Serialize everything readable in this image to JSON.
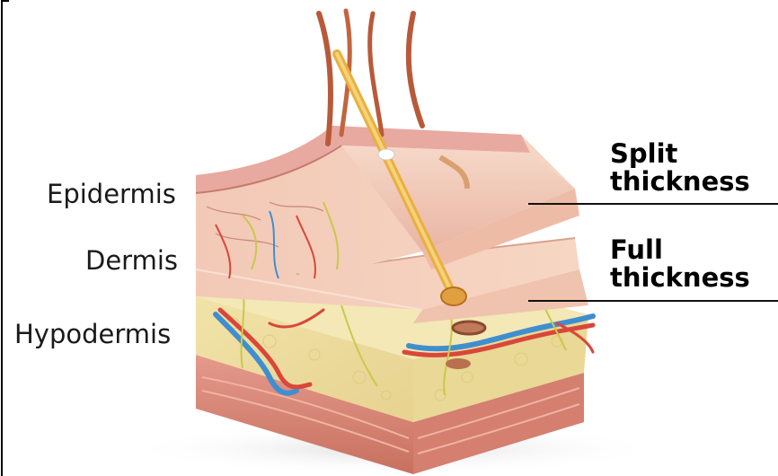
{
  "layer_labels": {
    "epidermis": "Epidermis",
    "dermis": "Dermis",
    "hypodermis": "Hypodermis"
  },
  "graft_labels": {
    "split": {
      "line1": "Split",
      "line2": "thickness"
    },
    "full": {
      "line1": "Full",
      "line2": "thickness"
    }
  },
  "colors": {
    "epidermis": "#e8a9a0",
    "dermis": "#f3c6b3",
    "hypodermis_fat": "#efe3a6",
    "muscle": "#d98a7e",
    "hair": "#b85a3a",
    "follicle": "#e8b040",
    "artery": "#d9473a",
    "vein": "#3f8fd0",
    "nerve": "#c9c94a",
    "label_text": "#1a1a1a"
  }
}
